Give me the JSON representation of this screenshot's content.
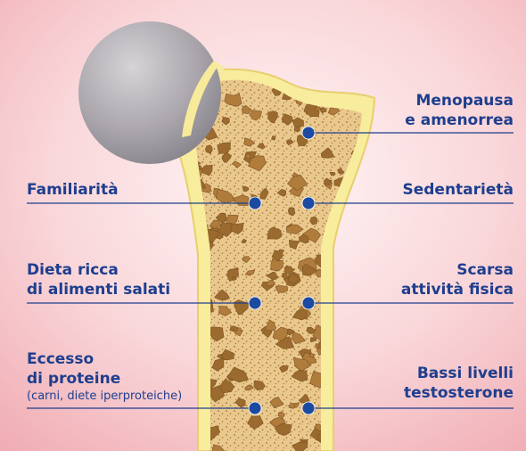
{
  "labels": {
    "menopausa_line1": "Menopausa",
    "menopausa_line2": "e amenorrea",
    "familiarita": "Familiarità",
    "sedentarieta": "Sedentarietà",
    "dieta_line1": "Dieta ricca",
    "dieta_line2": "di alimenti salati",
    "scarsa_line1": "Scarsa",
    "scarsa_line2": "attività fisica",
    "eccesso_line1": "Eccesso",
    "eccesso_line2": "di proteine",
    "eccesso_note": "(carni, diete iperproteiche)",
    "bassi_line1": "Bassi livelli",
    "bassi_line2": "testosterone"
  },
  "colors": {
    "label_text": "#1e3e8e",
    "pointer_line": "#1e3e8e",
    "pointer_dot": "#1b4aa0",
    "background_center": "#fff6f6",
    "background_edge": "#f2b2b8",
    "bone_spongy": "#e8c98f",
    "bone_pore": "#9a6a2e",
    "bone_border": "#f7ec9a",
    "femoral_head": "#a9a5ab"
  }
}
